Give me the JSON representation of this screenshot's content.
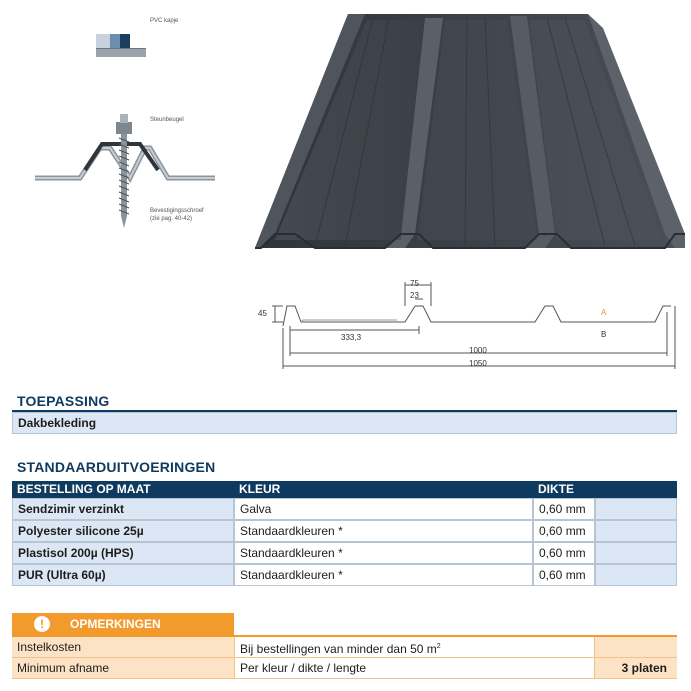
{
  "diagram": {
    "pvc_label": "PVC kapje",
    "bracket_label": "Steunbeugel",
    "screw_label_line1": "Bevestigingsschroef",
    "screw_label_line2": "(zie pag. 40-42)"
  },
  "profile": {
    "dim_45": "45",
    "dim_75": "75",
    "dim_23": "23",
    "dim_333": "333,3",
    "dim_1000": "1000",
    "dim_1050": "1050",
    "label_a": "A",
    "label_b": "B"
  },
  "toepassing": {
    "title": "TOEPASSING",
    "value": "Dakbekleding"
  },
  "standaard": {
    "title": "STANDAARDUITVOERINGEN",
    "headers": [
      "BESTELLING OP MAAT",
      "KLEUR",
      "DIKTE",
      ""
    ],
    "rows": [
      {
        "name": "Sendzimir verzinkt",
        "color": "Galva",
        "thickness": "0,60 mm"
      },
      {
        "name": "Polyester silicone 25µ",
        "color": "Standaardkleuren *",
        "thickness": "0,60 mm"
      },
      {
        "name": "Plastisol 200µ (HPS)",
        "color": "Standaardkleuren *",
        "thickness": "0,60 mm"
      },
      {
        "name": "PUR (Ultra 60µ)",
        "color": "Standaardkleuren *",
        "thickness": "0,60 mm"
      }
    ]
  },
  "opmerkingen": {
    "title": "OPMERKINGEN",
    "icon": "exclamation-icon",
    "rows": [
      {
        "label": "Instelkosten",
        "value": "Bij bestellingen van minder dan 50 m",
        "sup": "2",
        "extra": ""
      },
      {
        "label": "Minimum afname",
        "value": "Per kleur / dikte / lengte",
        "sup": "",
        "extra": "3 platen"
      }
    ]
  },
  "colors": {
    "navy": "#0f3a5f",
    "lightblue": "#dbe7f4",
    "orange": "#f39a2c",
    "lightorange": "#fde3c6",
    "sheet": "#3d4149"
  }
}
